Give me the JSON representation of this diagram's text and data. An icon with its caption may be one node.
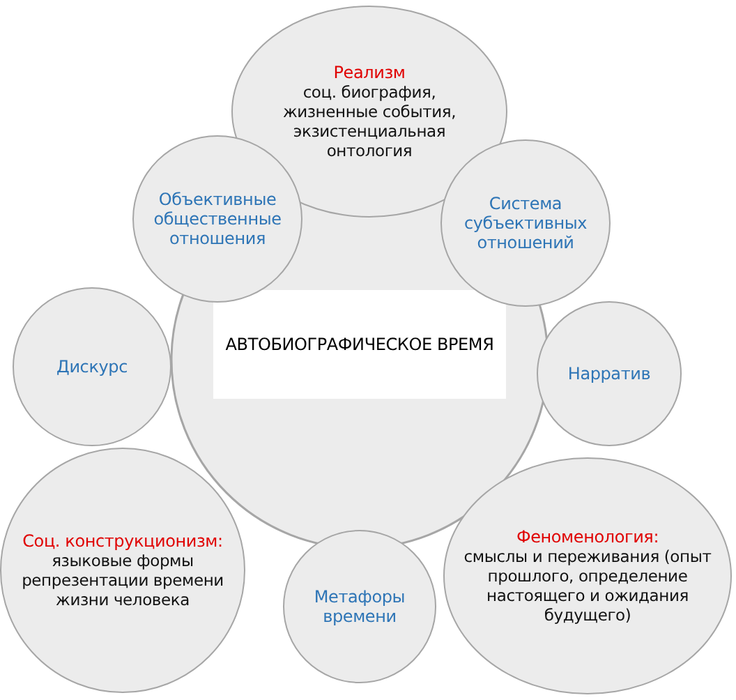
{
  "diagram": {
    "nodes": [
      {
        "text": [
          "Реализм",
          "соц. биография, жизненные события, экзистенциальная онтология"
        ]
      },
      {
        "text": [
          "Объективные общественные отношения"
        ]
      },
      {
        "text": [
          "Система субъективных отношений"
        ]
      },
      {
        "text": [
          "АВТОБИОГРАФИЧЕСКОЕ ВРЕМЯ"
        ]
      },
      {
        "text": [
          "Дискурс"
        ]
      },
      {
        "text": [
          "Нарратив"
        ]
      },
      {
        "text": [
          "Соц. конструкционизм:",
          "языковые формы репрезентации времени жизни человека"
        ]
      },
      {
        "text": [
          "Феноменология:",
          "смыслы и переживания (опыт прошлого, определение настоящего и ожидания будущего)"
        ]
      },
      {
        "text": [
          "Метафоры времени"
        ]
      }
    ]
  }
}
